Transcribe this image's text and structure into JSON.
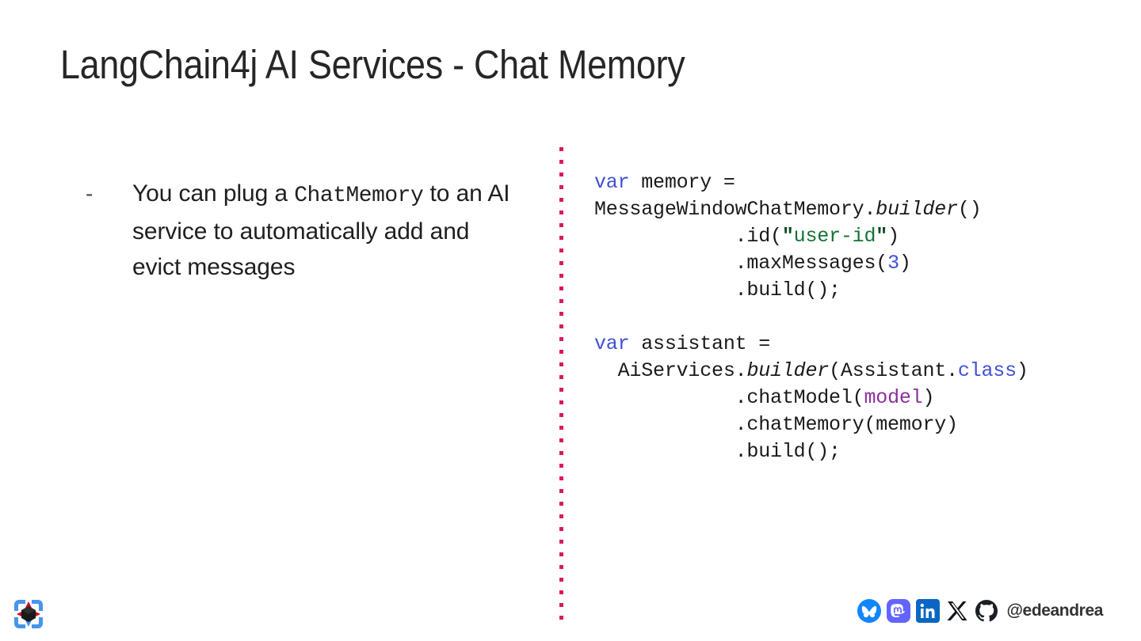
{
  "slide": {
    "title": "LangChain4j AI Services - Chat Memory"
  },
  "bullets": [
    {
      "marker": "-",
      "parts": [
        {
          "text": "You can plug a ",
          "style": "normal"
        },
        {
          "text": "ChatMemory",
          "style": "code"
        },
        {
          "text": " to an AI service to automatically add and evict messages",
          "style": "normal"
        }
      ]
    }
  ],
  "code": {
    "language": "java",
    "blocks": [
      {
        "lines": [
          [
            {
              "t": "var",
              "c": "kw"
            },
            {
              "t": " memory =",
              "c": "plain"
            }
          ],
          [
            {
              "t": "MessageWindowChatMemory.",
              "c": "plain"
            },
            {
              "t": "builder",
              "c": "ital"
            },
            {
              "t": "()",
              "c": "plain"
            }
          ],
          [
            {
              "t": "            .id(",
              "c": "plain"
            },
            {
              "t": "\"",
              "c": "quot"
            },
            {
              "t": "user-id",
              "c": "str"
            },
            {
              "t": "\"",
              "c": "quot"
            },
            {
              "t": ")",
              "c": "plain"
            }
          ],
          [
            {
              "t": "            .maxMessages(",
              "c": "plain"
            },
            {
              "t": "3",
              "c": "num"
            },
            {
              "t": ")",
              "c": "plain"
            }
          ],
          [
            {
              "t": "            .build();",
              "c": "plain"
            }
          ]
        ]
      },
      {
        "lines": [
          [
            {
              "t": "var",
              "c": "kw"
            },
            {
              "t": " assistant =",
              "c": "plain"
            }
          ],
          [
            {
              "t": "  AiServices.",
              "c": "plain"
            },
            {
              "t": "builder",
              "c": "ital"
            },
            {
              "t": "(Assistant.",
              "c": "plain"
            },
            {
              "t": "class",
              "c": "kw"
            },
            {
              "t": ")",
              "c": "plain"
            }
          ],
          [
            {
              "t": "            .chatModel(",
              "c": "plain"
            },
            {
              "t": "model",
              "c": "var"
            },
            {
              "t": ")",
              "c": "plain"
            }
          ],
          [
            {
              "t": "            .chatMemory(memory)",
              "c": "plain"
            }
          ],
          [
            {
              "t": "            .build();",
              "c": "plain"
            }
          ]
        ]
      }
    ]
  },
  "divider": {
    "style": "dotted-vertical",
    "color": "#d81b60"
  },
  "footer": {
    "logo_name": "quarkus-cube-logo",
    "handle": "@edeandrea",
    "socials": [
      {
        "name": "bluesky-icon",
        "color": "#1185FE"
      },
      {
        "name": "mastodon-icon",
        "color": "#6364FF"
      },
      {
        "name": "linkedin-icon",
        "color": "#0A66C2"
      },
      {
        "name": "x-twitter-icon",
        "color": "#000000"
      },
      {
        "name": "github-icon",
        "color": "#1B1F23"
      }
    ]
  },
  "colors": {
    "keyword": "#3f51d4",
    "string": "#137333",
    "variable": "#8b2f9e",
    "accent": "#d81b60",
    "title": "#262626"
  }
}
